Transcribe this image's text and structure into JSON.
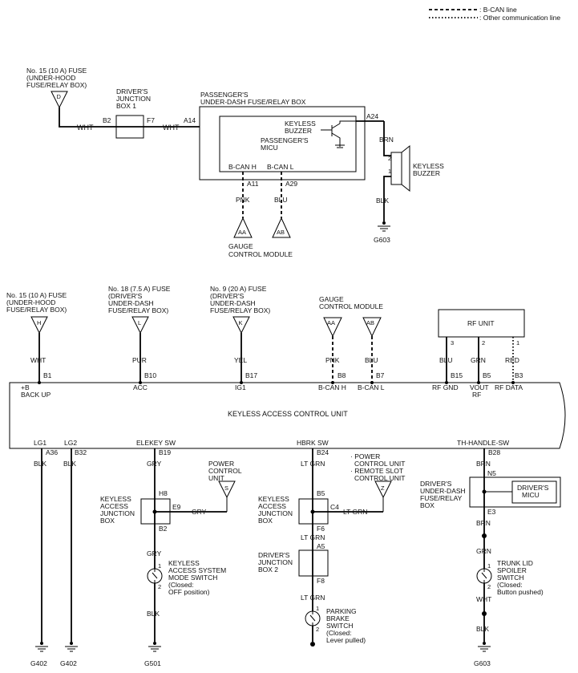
{
  "legend": {
    "bcan_line": ": B-CAN line",
    "other_line": ": Other communication line"
  },
  "upper": {
    "fuse15": {
      "line1": "No. 15 (10 A) FUSE",
      "line2": "(UNDER-HOOD",
      "line3": "FUSE/RELAY BOX)",
      "letter": "D"
    },
    "djb1": {
      "line1": "DRIVER'S",
      "line2": "JUNCTION",
      "line3": "BOX 1"
    },
    "wire_wht_1": "WHT",
    "pin_b2": "B2",
    "pin_f7": "F7",
    "wire_wht_2": "WHT",
    "pin_a14": "A14",
    "pudfrb": {
      "line1": "PASSENGER'S",
      "line2": "UNDER-DASH FUSE/RELAY BOX"
    },
    "keyless_buzzer_inner": {
      "line1": "KEYLESS",
      "line2": "BUZZER"
    },
    "pmicu": {
      "line1": "PASSENGER'S",
      "line2": "MICU"
    },
    "bcan_h": "B-CAN H",
    "bcan_l": "B-CAN L",
    "pin_a11": "A11",
    "pin_a29": "A29",
    "pin_a24": "A24",
    "wire_pnk": "PNK",
    "wire_blu": "BLU",
    "wire_brn": "BRN",
    "buzz_pin2": "2",
    "buzz_pin1": "1",
    "keyless_buzzer": {
      "line1": "KEYLESS",
      "line2": "BUZZER"
    },
    "wire_blk": "BLK",
    "ground": "G603",
    "tri_aa": "AA",
    "tri_ab": "AB",
    "gcm": {
      "line1": "GAUGE",
      "line2": "CONTROL MODULE"
    }
  },
  "middle": {
    "fuse_h": {
      "line1": "No. 15 (10 A) FUSE",
      "line2": "(UNDER-HOOD",
      "line3": "FUSE/RELAY BOX)",
      "letter": "H"
    },
    "fuse_l": {
      "line1": "No. 18 (7.5 A) FUSE",
      "line2": "(DRIVER'S",
      "line3": "UNDER-DASH",
      "line4": "FUSE/RELAY BOX)",
      "letter": "L"
    },
    "fuse_k": {
      "line1": "No. 9 (20 A) FUSE",
      "line2": "(DRIVER'S",
      "line3": "UNDER-DASH",
      "line4": "FUSE/RELAY BOX)",
      "letter": "K"
    },
    "gcm": {
      "line1": "GAUGE",
      "line2": "CONTROL MODULE"
    },
    "tri_aa": "AA",
    "tri_ab": "AB",
    "rf_unit": "RF UNIT",
    "rf_pin3": "3",
    "rf_pin2": "2",
    "rf_pin1": "1",
    "wire_wht": "WHT",
    "wire_pur": "PUR",
    "wire_yel": "YEL",
    "wire_pnk": "PNK",
    "wire_blu1": "BLU",
    "wire_blu2": "BLU",
    "wire_grn": "GRN",
    "wire_red": "RED",
    "pin_b1": "B1",
    "pin_b10": "B10",
    "pin_b17": "B17",
    "pin_b8": "B8",
    "pin_b7": "B7",
    "pin_b15": "B15",
    "pin_b5": "B5",
    "pin_b3": "B3",
    "term_plusb": "+B",
    "term_backup": "BACK UP",
    "term_acc": "ACC",
    "term_ig1": "IG1",
    "term_bcanh": "B-CAN H",
    "term_bcanl": "B-CAN L",
    "term_rfgnd": "RF GND",
    "term_voutrf1": "VOUT",
    "term_voutrf2": "RF",
    "term_rfdata": "RF DATA",
    "unit_name": "KEYLESS ACCESS CONTROL UNIT",
    "term_lg1": "LG1",
    "term_lg2": "LG2",
    "term_elekey": "ELEKEY SW",
    "term_hbrk": "HBRK SW",
    "term_thhandle": "TH-HANDLE-SW"
  },
  "lower": {
    "pin_a36": "A36",
    "pin_b32": "B32",
    "pin_b19": "B19",
    "pin_b24": "B24",
    "pin_b28": "B28",
    "wire_blk1": "BLK",
    "wire_blk2": "BLK",
    "wire_gry1": "GRY",
    "wire_ltgrn1": "LT GRN",
    "wire_brn1": "BRN",
    "kajb1": {
      "line1": "KEYLESS",
      "line2": "ACCESS",
      "line3": "JUNCTION",
      "line4": "BOX"
    },
    "pin_h8": "H8",
    "pin_e9": "E9",
    "pin_b2": "B2",
    "wire_gry_side": "GRY",
    "pcu": {
      "line1": "POWER",
      "line2": "CONTROL",
      "line3": "UNIT",
      "letter": "S"
    },
    "wire_gry2": "GRY",
    "kasms": {
      "line1": "KEYLESS",
      "line2": "ACCESS SYSTEM",
      "line3": "MODE SWITCH",
      "line4": "(Closed:",
      "line5": "OFF position)"
    },
    "sw1_pin1": "1",
    "sw1_pin2": "2",
    "wire_blk3": "BLK",
    "kajb2": {
      "line1": "KEYLESS",
      "line2": "ACCESS",
      "line3": "JUNCTION",
      "line4": "BOX"
    },
    "pin_b5": "B5",
    "pin_c4": "C4",
    "pin_f6": "F6",
    "wire_ltgrn_side": "LT GRN",
    "pcu2": {
      "line1": "· POWER",
      "line2": "CONTROL UNIT",
      "line3": "· REMOTE SLOT",
      "line4": "CONTROL UNIT",
      "letter": "Z"
    },
    "wire_ltgrn2": "LT GRN",
    "djb2": {
      "line1": "DRIVER'S",
      "line2": "JUNCTION",
      "line3": "BOX 2"
    },
    "pin_a5": "A5",
    "pin_f8": "F8",
    "wire_ltgrn3": "LT GRN",
    "pbs": {
      "line1": "PARKING",
      "line2": "BRAKE",
      "line3": "SWITCH",
      "line4": "(Closed:",
      "line5": "Lever pulled)"
    },
    "sw2_pin1": "1",
    "sw2_pin2": "2",
    "dudfrb": {
      "line1": "DRIVER'S",
      "line2": "UNDER-DASH",
      "line3": "FUSE/RELAY",
      "line4": "BOX"
    },
    "pin_n5": "N5",
    "pin_e3": "E3",
    "dmicu": {
      "line1": "DRIVER'S",
      "line2": "MICU"
    },
    "wire_brn2": "BRN",
    "wire_grn": "GRN",
    "tlss": {
      "line1": "TRUNK LID",
      "line2": "SPOILER",
      "line3": "SWITCH",
      "line4": "(Closed:",
      "line5": "Button pushed)"
    },
    "sw3_pin1": "1",
    "sw3_pin2": "2",
    "wire_wht": "WHT",
    "wire_blk4": "BLK",
    "g402a": "G402",
    "g402b": "G402",
    "g501": "G501",
    "g603": "G603"
  }
}
